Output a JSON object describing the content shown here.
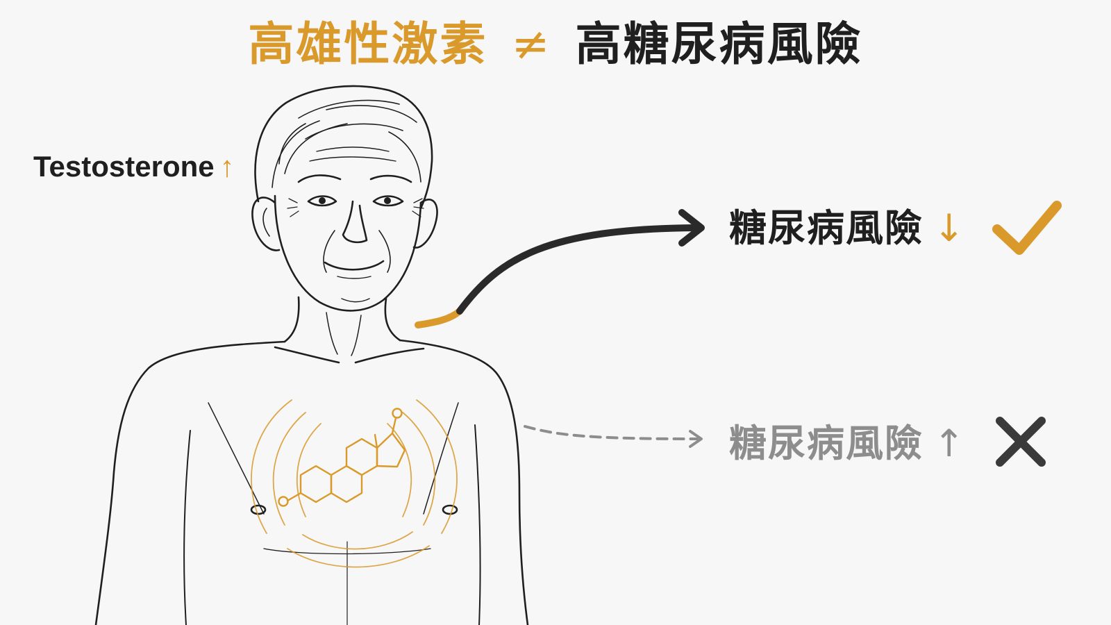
{
  "title": {
    "lhs": "高雄性激素",
    "operator": "≠",
    "rhs": "高糖尿病風險"
  },
  "side_label": {
    "text": "Testosterone",
    "arrow": "↑"
  },
  "outcomes": {
    "supported": {
      "text": "糖尿病風險",
      "direction": "↓",
      "mark": "check-icon"
    },
    "refuted": {
      "text": "糖尿病風險",
      "direction": "↑",
      "mark": "cross-icon"
    }
  },
  "colors": {
    "accent": "#d99a2b",
    "ink": "#1f1f1f",
    "muted": "#8d8d8d",
    "background": "#f7f7f7"
  },
  "illustration": {
    "subject": "elderly-man-icon",
    "molecule": "steroid-molecule-icon"
  }
}
